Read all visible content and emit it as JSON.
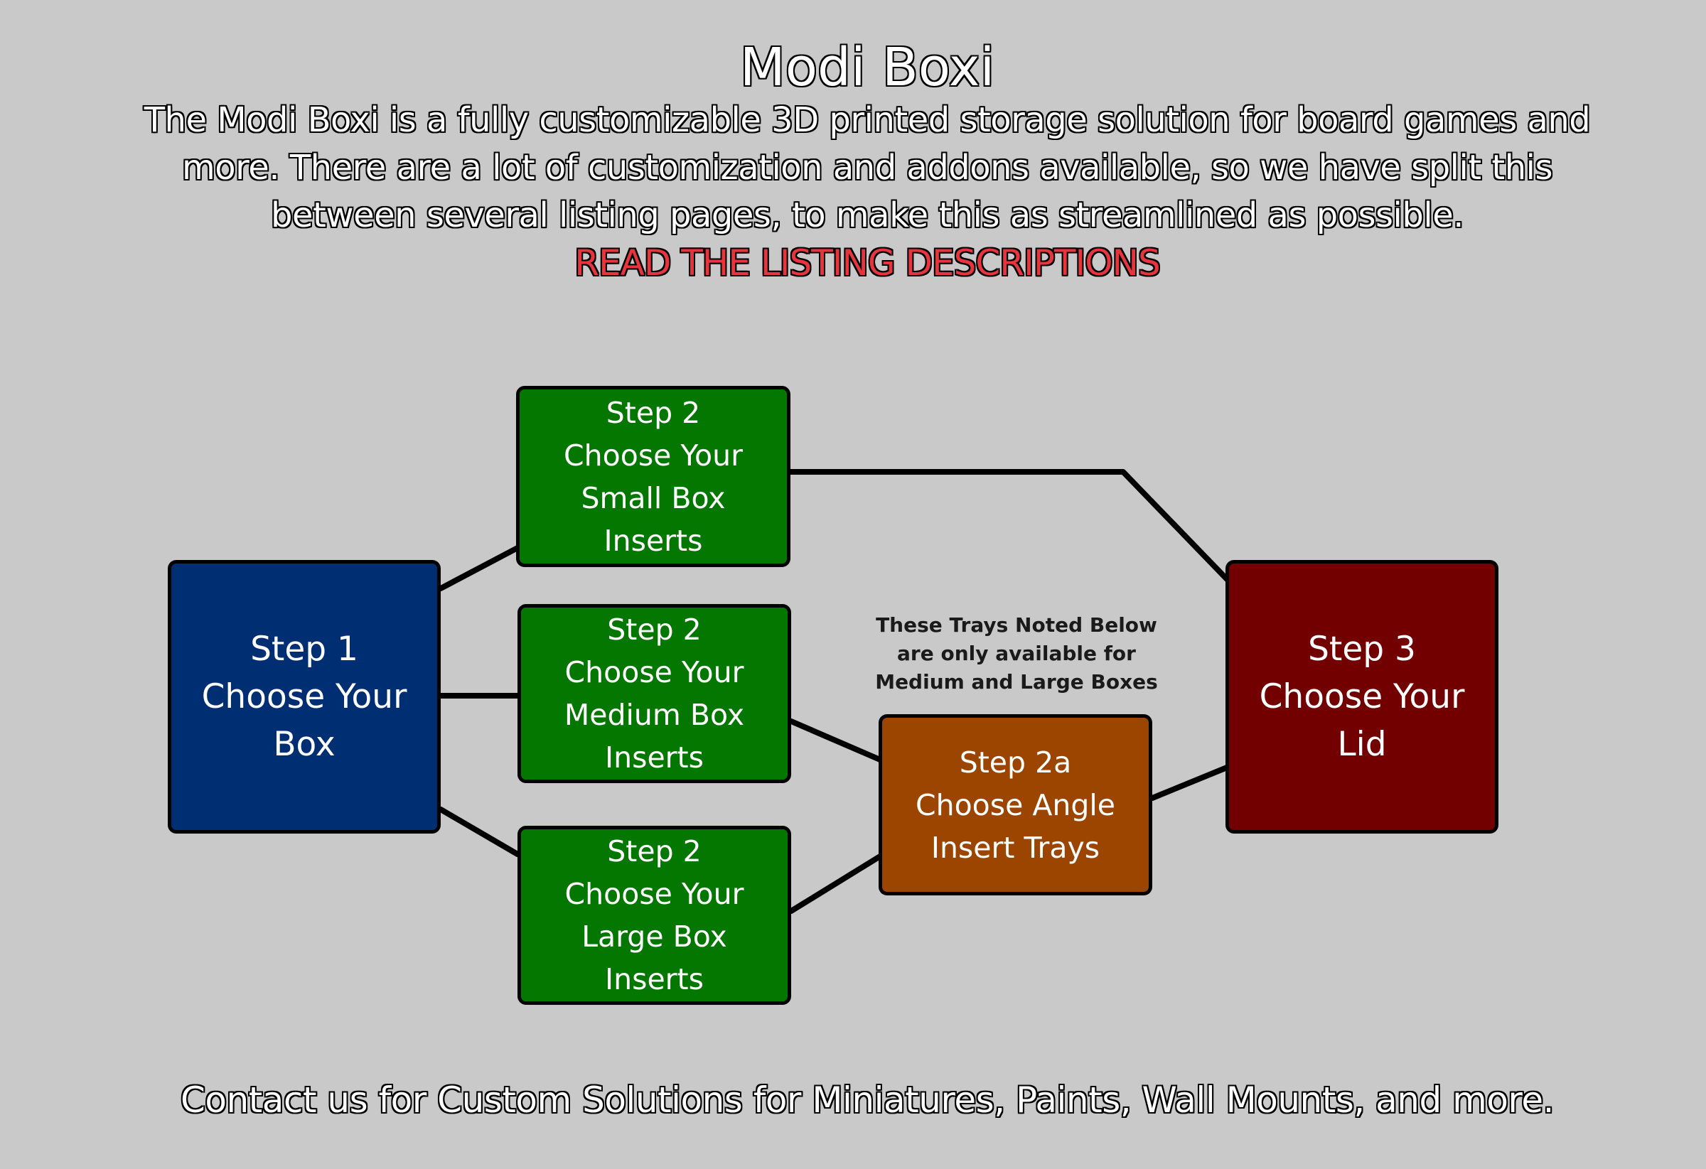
{
  "header": {
    "title": "Modi Boxi",
    "description_lines": [
      "The Modi Boxi is a fully customizable 3D printed storage solution for board games and",
      "more. There are a lot of customization and addons available, so we have split this",
      "between several listing pages, to make this as streamlined as possible."
    ],
    "warning": "READ THE LISTING DESCRIPTIONS"
  },
  "diagram": {
    "step1": [
      "Step 1",
      "Choose Your",
      "Box"
    ],
    "small": [
      "Step 2",
      "Choose Your",
      "Small Box",
      "Inserts"
    ],
    "medium": [
      "Step 2",
      "Choose Your",
      "Medium Box",
      "Inserts"
    ],
    "large": [
      "Step 2",
      "Choose Your",
      "Large Box",
      "Inserts"
    ],
    "angle": [
      "Step 2a",
      "Choose Angle",
      "Insert Trays"
    ],
    "step3": [
      "Step 3",
      "Choose Your",
      "Lid"
    ],
    "note": [
      "These Trays Noted Below",
      "are only available for",
      "Medium and Large Boxes"
    ]
  },
  "footer": {
    "text": "Contact us for Custom Solutions for Miniatures, Paints, Wall Mounts, and more."
  },
  "colors": {
    "background": "#c8c9c8",
    "step1": "#002e73",
    "step2": "#047700",
    "step2a": "#9c4500",
    "step3": "#720000",
    "warning": "#e8343d"
  }
}
